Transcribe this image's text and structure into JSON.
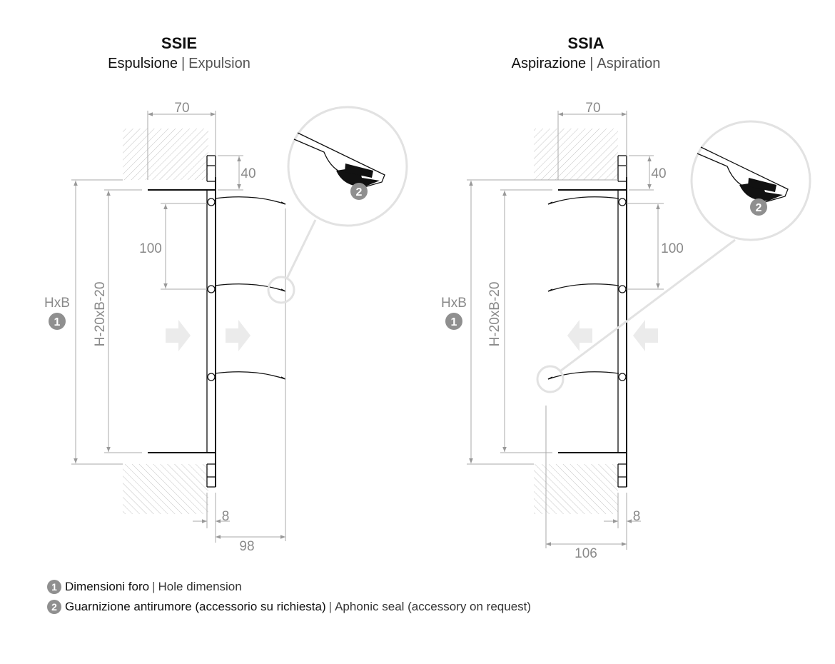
{
  "left": {
    "title": "SSIE",
    "subtitle_it": "Espulsione",
    "subtitle_sep": "|",
    "subtitle_en": "Expulsion",
    "dims": {
      "width": "70",
      "flange": "40",
      "pitch": "100",
      "hole": "HxB",
      "inner": "H-20xB-20",
      "thickness": "8",
      "depth": "98"
    },
    "hole_badge": "1",
    "detail_badge": "2",
    "airflow": "right"
  },
  "right": {
    "title": "SSIA",
    "subtitle_it": "Aspirazione",
    "subtitle_sep": "|",
    "subtitle_en": "Aspiration",
    "dims": {
      "width": "70",
      "flange": "40",
      "pitch": "100",
      "hole": "HxB",
      "inner": "H-20xB-20",
      "thickness": "8",
      "depth": "106"
    },
    "hole_badge": "1",
    "detail_badge": "2",
    "airflow": "left"
  },
  "legend": [
    {
      "badge": "1",
      "it": "Dimensioni foro",
      "sep": "|",
      "en": "Hole dimension"
    },
    {
      "badge": "2",
      "it": "Guarnizione antirumore (accessorio su richiesta)",
      "sep": "|",
      "en": "Aphonic seal (accessory on request)"
    }
  ],
  "colors": {
    "line": "#111111",
    "dimension": "#a8a8a8",
    "badge": "#8f8f8f",
    "arrow": "#ebebeb"
  }
}
